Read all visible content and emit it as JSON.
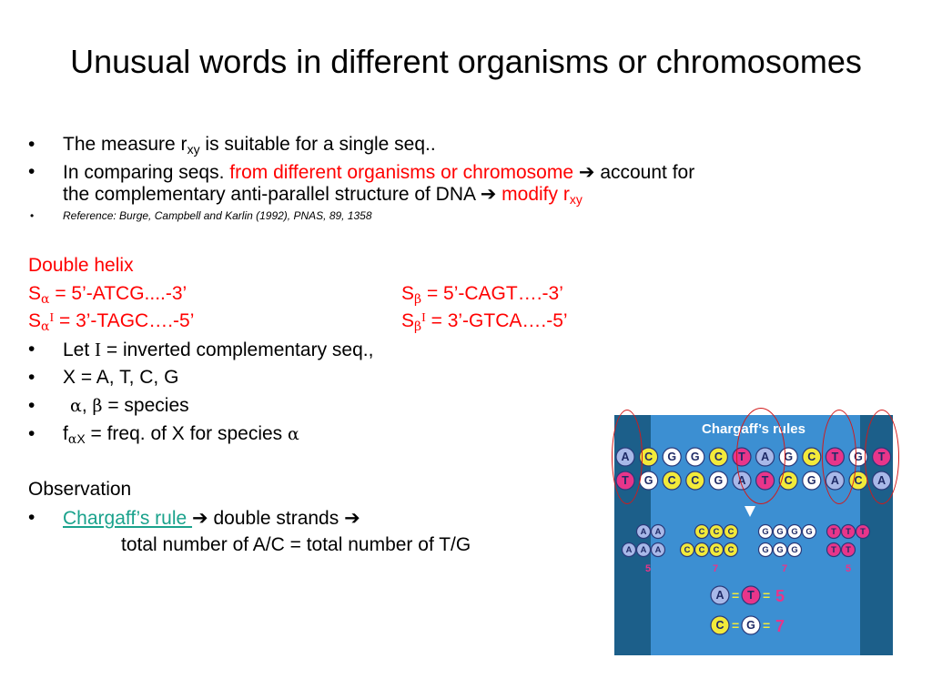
{
  "title": "Unusual words in different organisms or chromosomes",
  "bullets": {
    "b1_pre": "The measure r",
    "b1_sub": "xy",
    "b1_post": " is suitable for a single seq..",
    "b2_pre": "In comparing seqs. ",
    "b2_red": "from different organisms or chromosome",
    "b2_post": " account for",
    "b2_line2_pre": "the complementary anti-parallel structure of DNA ",
    "b2_line2_red": "modify r",
    "b2_line2_sub": "xy",
    "reference": "Reference: Burge, Campbell and Karlin (1992), PNAS, 89, 1358"
  },
  "double_helix": {
    "heading": "Double helix",
    "s_alpha": " = 5’-ATCG....-3’",
    "s_beta": " = 5’-CAGT….-3’",
    "s_alpha_inv": " = 3’-TAGC….-5’",
    "s_beta_inv": " = 3’-GTCA….-5’",
    "let_pre": "Let ",
    "let_post": " = inverted complementary seq.,",
    "x_def": "X = A, T, C, G",
    "species": " = species",
    "freq_pre": "f",
    "freq_sub": "X",
    "freq_post": " = freq. of X for species "
  },
  "observation": {
    "heading": "Observation",
    "link": "Chargaff’s rule ",
    "mid": " double strands ",
    "line2": "total number of A/C = total number of T/G"
  },
  "figure": {
    "title": "Chargaff’s rules",
    "strand_top": [
      "A",
      "C",
      "G",
      "G",
      "C",
      "T",
      "A",
      "G",
      "C",
      "T",
      "G",
      "T"
    ],
    "strand_bottom": [
      "T",
      "G",
      "C",
      "C",
      "G",
      "A",
      "T",
      "C",
      "G",
      "A",
      "C",
      "A"
    ],
    "groups_row1": [
      "A",
      "A",
      "C",
      "C",
      "C",
      "G",
      "G",
      "G",
      "G",
      "T",
      "T",
      "T"
    ],
    "groups_row2": [
      "A",
      "A",
      "A",
      "C",
      "C",
      "C",
      "C",
      "G",
      "G",
      "G",
      "T",
      "T"
    ],
    "counts": [
      "5",
      "7",
      "7",
      "5"
    ],
    "eq1": {
      "left": "A",
      "right": "T",
      "value": "5"
    },
    "eq2": {
      "left": "C",
      "right": "G",
      "value": "7"
    },
    "colors": {
      "A": "#a8b8e8",
      "T": "#e8358a",
      "C": "#f2ea3a",
      "G": "#ffffff"
    }
  }
}
